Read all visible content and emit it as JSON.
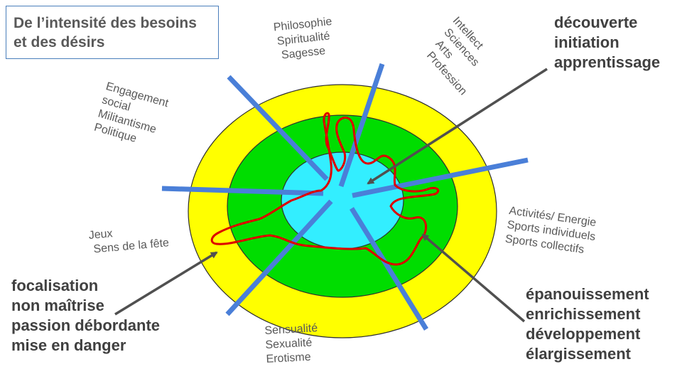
{
  "title": {
    "line1": "De l’intensité des besoins",
    "line2": "et des désirs"
  },
  "sectors": {
    "philosophie": [
      "Philosophie",
      "Spiritualité",
      "Sagesse"
    ],
    "intellect": [
      "Intellect",
      "Sciences",
      "Arts",
      "Profession"
    ],
    "engagement": [
      "Engagement",
      "social",
      "Militantisme",
      "Politique"
    ],
    "jeux": [
      "Jeux",
      "Sens de la fête"
    ],
    "activites": [
      "Activités/ Energie",
      "Sports individuels",
      "Sports collectifs"
    ],
    "sensualite": [
      "Sensualité",
      "Sexualité",
      "Erotisme"
    ]
  },
  "callouts": {
    "decouverte": [
      "découverte",
      "initiation",
      "apprentissage"
    ],
    "focalisation": [
      "focalisation",
      "non maîtrise",
      "passion débordante",
      "mise en danger"
    ],
    "epanouissement": [
      "épanouissement",
      "enrichissement",
      "développement",
      "élargissement"
    ]
  },
  "colors": {
    "outer_ring": "#ffff00",
    "middle_ring": "#00dd00",
    "inner_ring": "#33eeff",
    "spokes": "#4a7fd8",
    "desire_curve": "#dd0000",
    "arrows": "#505050"
  }
}
